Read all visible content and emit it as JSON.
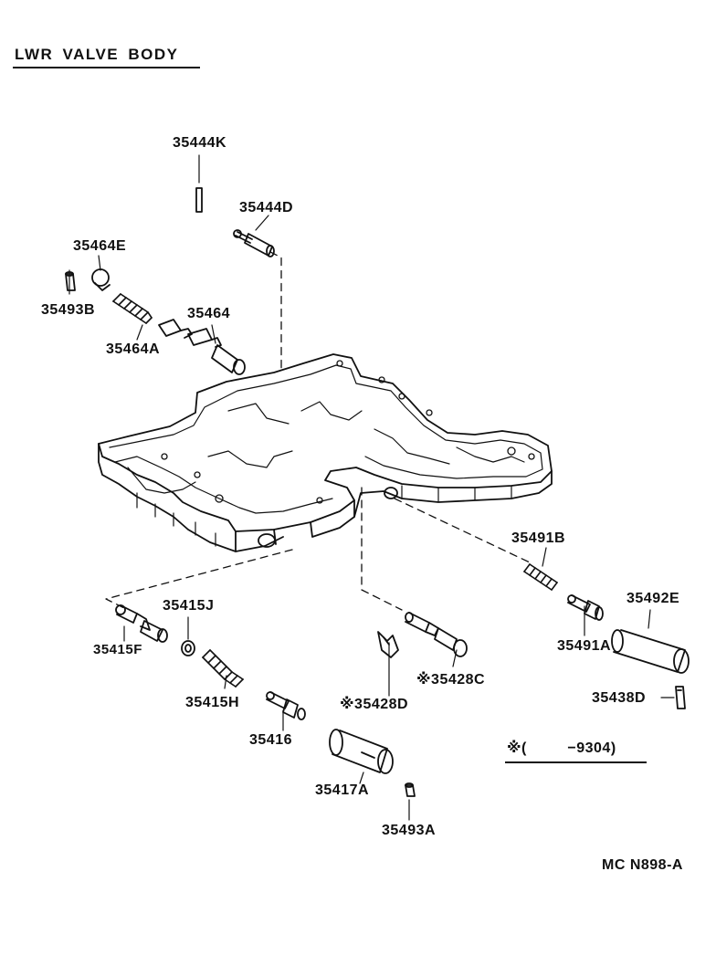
{
  "title": "LWR  VALVE  BODY",
  "reference_code": "MC N898-A",
  "applicability_note": "※(         −9304)",
  "parts": {
    "p35444K": "35444K",
    "p35444D": "35444D",
    "p35464E": "35464E",
    "p35493B": "35493B",
    "p35464": "35464",
    "p35464A": "35464A",
    "p35491B": "35491B",
    "p35492E": "35492E",
    "p35491A": "35491A",
    "p35438D": "35438D",
    "p35415J": "35415J",
    "p35415F": "35415F",
    "p35415H": "35415H",
    "p35416": "35416",
    "p35428C": "※35428C",
    "p35428D": "※35428D",
    "p35417A": "35417A",
    "p35493A": "35493A"
  },
  "colors": {
    "ink": "#111111",
    "paper": "#ffffff"
  }
}
